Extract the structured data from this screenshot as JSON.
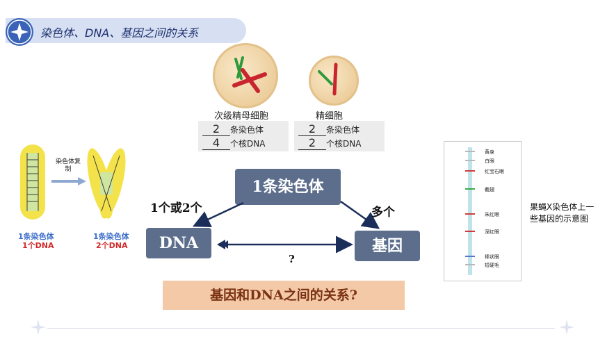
{
  "header": {
    "title": "染色体、DNA、基因之间的关系"
  },
  "cells": {
    "secondary": {
      "caption": "次级精母细胞",
      "chromosome_count": "2",
      "chromosome_text": "条染色体",
      "dna_count": "4",
      "dna_text": "个核DNA"
    },
    "sperm": {
      "caption": "精细胞",
      "chromosome_count": "2",
      "chromosome_text": "条染色体",
      "dna_count": "2",
      "dna_text": "个核DNA"
    }
  },
  "replication": {
    "arrow_label": "染色体复制",
    "left_line1": "1条染色体",
    "left_line2": "1个DNA",
    "right_line1": "1条染色体",
    "right_line2": "2个DNA"
  },
  "relation": {
    "chromosome_box": "1条染色体",
    "dna_box": "DNA",
    "gene_box": "基因",
    "left_label": "1个或2个",
    "right_label": "多个",
    "bottom_label": "?"
  },
  "question": "基因和DNA之间的关系?",
  "fly_chart": {
    "genes": [
      "黄身",
      "白眼",
      "红宝石眼",
      "截翅",
      "朱红眼",
      "深红眼",
      "棒状眼",
      "短硬毛"
    ],
    "note": "果蝇X染色体上一些基因的示意图"
  },
  "colors": {
    "header_accent": "#3a63b8",
    "box_fill": "#5c6e8c",
    "question_bg": "#f3c9a7",
    "chromatid_yellow": "#f4e24a"
  }
}
